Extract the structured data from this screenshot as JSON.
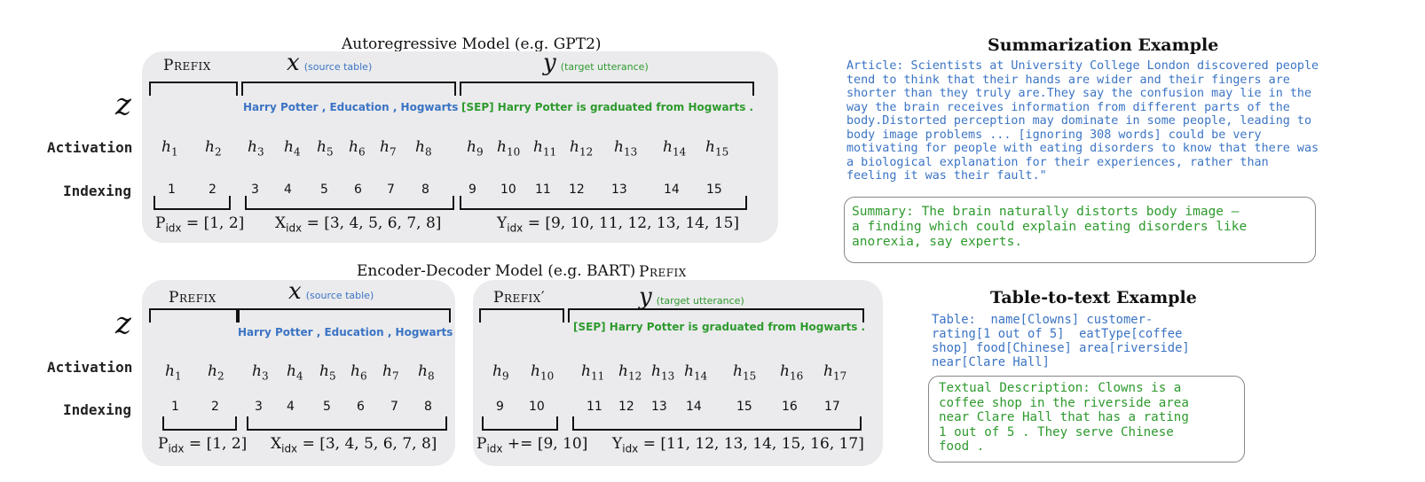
{
  "colors": {
    "blue": "#3b74c4",
    "green": "#2e9a2e",
    "panel": "#ebebed"
  },
  "ar": {
    "title": "Autoregressive Model (e.g. GPT2)",
    "prefix_label": "Prefix",
    "x_var": "x",
    "x_sub": "(source table)",
    "y_var": "y",
    "y_sub": "(target utterance)",
    "z_label": "z",
    "source_tokens": "Harry  Potter , Education ,  Hogwarts",
    "target_tokens": "[SEP]  Harry Potter  is  graduated  from  Hogwarts .",
    "row_activation": "Activation",
    "row_indexing": "Indexing",
    "h": [
      "1",
      "2",
      "3",
      "4",
      "5",
      "6",
      "7",
      "8",
      "9",
      "10",
      "11",
      "12",
      "13",
      "14",
      "15"
    ],
    "idx": [
      "1",
      "2",
      "3",
      "4",
      "5",
      "6",
      "7",
      "8",
      "9",
      "10",
      "11",
      "12",
      "13",
      "14",
      "15"
    ],
    "p_idx": "= [1, 2]",
    "x_idx": "= [3, 4, 5, 6, 7, 8]",
    "y_idx": "= [9, 10, 11, 12, 13, 14, 15]"
  },
  "ed": {
    "title": "Encoder-Decoder Model (e.g. BART)",
    "floating_prefix": "Prefix",
    "prefix_label": "Prefix",
    "prefix2_label": "Prefix′",
    "x_var": "x",
    "x_sub": "(source table)",
    "y_var": "y",
    "y_sub": "(target utterance)",
    "z_label": "z",
    "source_tokens": "Harry  Potter , Education ,  Hogwarts",
    "target_tokens": "[SEP]  Harry Potter  is  graduated  from  Hogwarts .",
    "row_activation": "Activation",
    "row_indexing": "Indexing",
    "h": [
      "1",
      "2",
      "3",
      "4",
      "5",
      "6",
      "7",
      "8",
      "9",
      "10",
      "11",
      "12",
      "13",
      "14",
      "15",
      "16",
      "17"
    ],
    "idx": [
      "1",
      "2",
      "3",
      "4",
      "5",
      "6",
      "7",
      "8",
      "9",
      "10",
      "11",
      "12",
      "13",
      "14",
      "15",
      "16",
      "17"
    ],
    "p_idx": "= [1, 2]",
    "x_idx": "= [3, 4, 5, 6, 7, 8]",
    "p2_idx": "+= [9, 10]",
    "y_idx": "= [11, 12, 13, 14, 15, 16, 17]"
  },
  "idx_labels": {
    "P": "P",
    "X": "X",
    "Y": "Y",
    "sub": "idx"
  },
  "summ": {
    "title": "Summarization Example",
    "article": "Article: Scientists at University College London discovered people\ntend to think that their hands are wider and their fingers are\nshorter than they truly are.They say the confusion may lie in the\nway the brain receives information from different parts of the\nbody.Distorted perception may dominate in some people, leading to\nbody image problems ... [ignoring 308 words] could be very\nmotivating for people with eating disorders to know that there was\na biological explanation for their experiences, rather than\nfeeling it was their fault.\"",
    "summary": "Summary: The brain naturally distorts body image –\na finding which could explain eating disorders like\nanorexia, say experts."
  },
  "t2t": {
    "title": "Table-to-text Example",
    "table": "Table:  name[Clowns] customer-\nrating[1 out of 5]  eatType[coffee\nshop] food[Chinese] area[riverside]\nnear[Clare Hall]",
    "description": "Textual Description: Clowns is a\ncoffee shop in the riverside area\nnear Clare Hall that has a rating\n1 out of 5 . They serve Chinese\nfood ."
  }
}
